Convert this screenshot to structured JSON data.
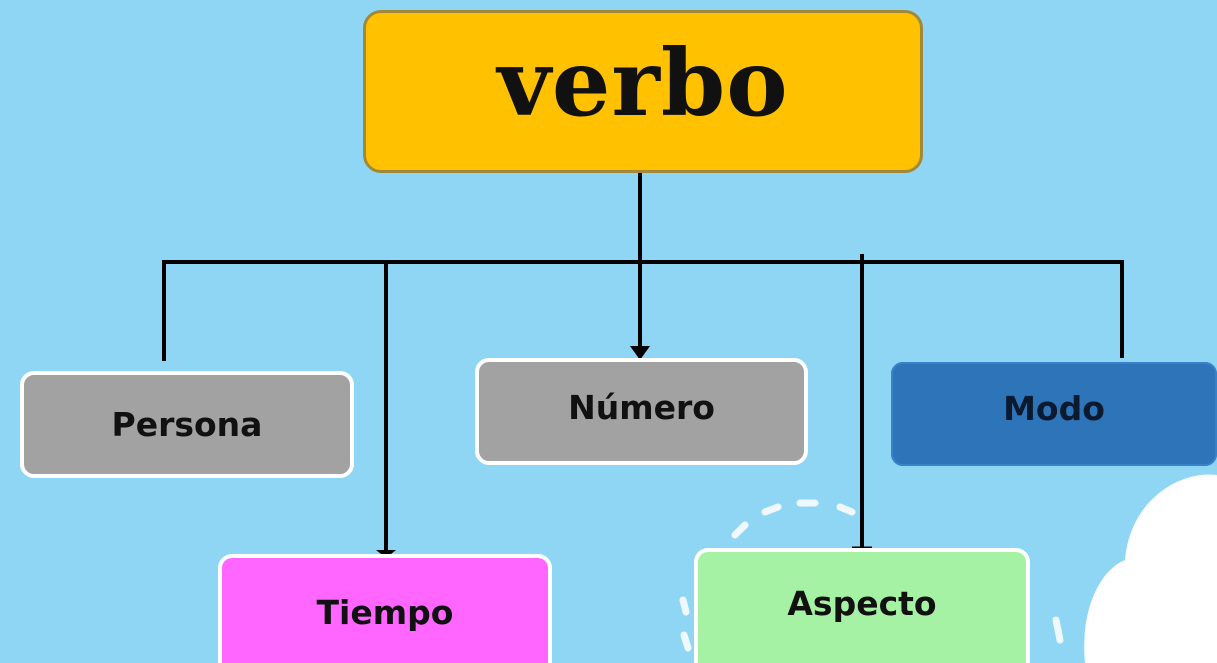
{
  "root": {
    "label": "verbo",
    "color": "#ffc100"
  },
  "nodes": {
    "persona": {
      "label": "Persona",
      "color": "#a2a2a2"
    },
    "numero": {
      "label": "Número",
      "color": "#a2a2a2"
    },
    "modo": {
      "label": "Modo",
      "color": "#2e74b8"
    },
    "tiempo": {
      "label": "Tiempo",
      "color": "#ff66ff"
    },
    "aspecto": {
      "label": "Aspecto",
      "color": "#a6f2a4"
    }
  },
  "colors": {
    "background": "#8fd6f5",
    "connector": "#000000",
    "cloud": "#ffffff"
  }
}
